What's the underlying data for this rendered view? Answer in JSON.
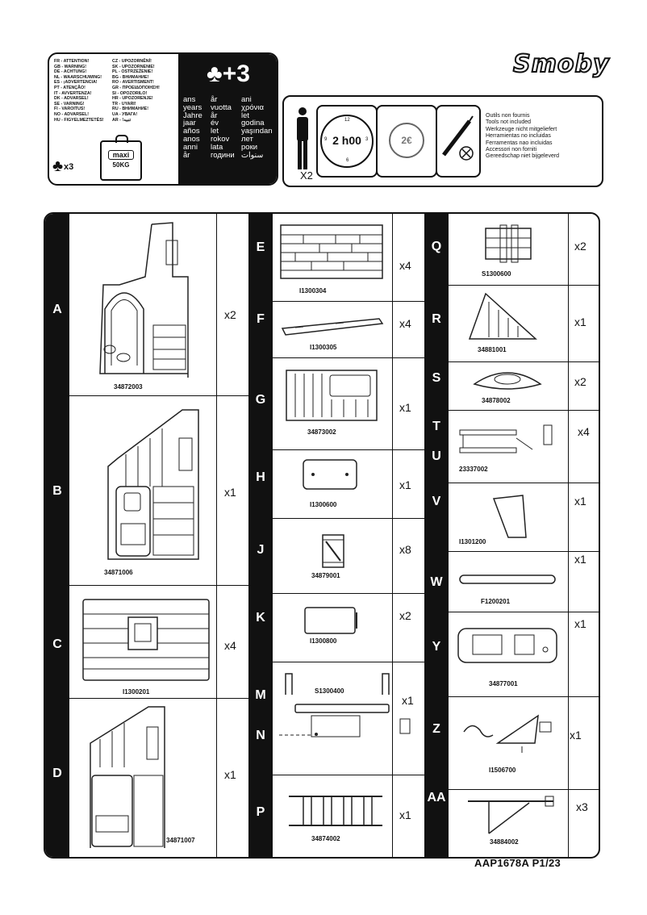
{
  "warning": {
    "col1": [
      "FR - ATTENTION!",
      "GB - WARNING!",
      "DE - ACHTUNG!",
      "NL - WAARSCHUWING!",
      "ES - ¡ADVERTENCIA!",
      "PT - ATENÇÃO!",
      "IT - AVVERTENZA!",
      "DK - ADVARSEL!",
      "SE - VARNING!",
      "FI - VAROITUS!",
      "NO - ADVARSEL!",
      "HU - FIGYELMEZTETÉS!"
    ],
    "col2": [
      "CZ - UPOZORNĚNÍ!",
      "SK - UPOZORNENIE!",
      "PL - OSTRZEŻENIE!",
      "BG - ВНИМАНИЕ!",
      "RO - AVERTISMENT!",
      "GR - ΠΡΟΕΙΔΟΠΟΙΗΣΗ!",
      "SI - OPOZORILO!",
      "HR - UPOZORENJE!",
      "TR - UYARI!",
      "RU - ВНИМАНИЕ!",
      "UA - УВАГА!",
      "AR - !تنبيه"
    ],
    "kids": "x3",
    "weight_top": "maxi",
    "weight_value": "50KG",
    "age": "+3",
    "ages_col1": [
      "ans",
      "years",
      "Jahre",
      "jaar",
      "años",
      "anos",
      "anni",
      "år"
    ],
    "ages_col2": [
      "år",
      "vuotta",
      "år",
      "év",
      "let",
      "rokov",
      "lata",
      "години"
    ],
    "ages_col3": [
      "ani",
      "χρόνια",
      "let",
      "godina",
      "yaşından",
      "лет",
      "роки",
      "سنوات"
    ]
  },
  "logo": "Smoby",
  "tools": {
    "persons": "X2",
    "time": "2 h00",
    "coin": "2€",
    "lines": [
      "Outils non fournis",
      "Tools not included",
      "Werkzeuge nicht mitgeliefert",
      "Herramientas no incluidas",
      "Ferramentas nao incluidas",
      "Accessori non forniti",
      "Gereedschap niet bijgeleverd"
    ]
  },
  "parts": {
    "col1": [
      {
        "letter": "A",
        "code": "34872003",
        "qty": "x2"
      },
      {
        "letter": "B",
        "code": "34871006",
        "qty": "x1"
      },
      {
        "letter": "C",
        "code": "I1300201",
        "qty": "x4"
      },
      {
        "letter": "D",
        "code": "34871007",
        "qty": "x1"
      }
    ],
    "col2": [
      {
        "letter": "E",
        "code": "I1300304",
        "qty": "x4"
      },
      {
        "letter": "F",
        "code": "I1300305",
        "qty": "x4"
      },
      {
        "letter": "G",
        "code": "34873002",
        "qty": "x1"
      },
      {
        "letter": "H",
        "code": "I1300600",
        "qty": "x1"
      },
      {
        "letter": "J",
        "code": "34879001",
        "qty": "x8"
      },
      {
        "letter": "K",
        "code": "I1300800",
        "qty": "x2"
      },
      {
        "letter": "M",
        "code": "S1300400",
        "qty": "x1"
      },
      {
        "letter": "N",
        "code": "",
        "qty": ""
      },
      {
        "letter": "P",
        "code": "34874002",
        "qty": "x1"
      }
    ],
    "col3": [
      {
        "letter": "Q",
        "code": "S1300600",
        "qty": "x2"
      },
      {
        "letter": "R",
        "code": "34881001",
        "qty": "x1"
      },
      {
        "letter": "S",
        "code": "34878002",
        "qty": "x2"
      },
      {
        "letter": "T",
        "code": "23337002",
        "qty": "x4"
      },
      {
        "letter": "U",
        "code": "",
        "qty": ""
      },
      {
        "letter": "V",
        "code": "I1301200",
        "qty": "x1"
      },
      {
        "letter": "W",
        "code": "F1200201",
        "qty": "x1"
      },
      {
        "letter": "Y",
        "code": "34877001",
        "qty": "x1"
      },
      {
        "letter": "Z",
        "code": "I1506700",
        "qty": "x1"
      },
      {
        "letter": "AA",
        "code": "34884002",
        "qty": "x3"
      }
    ]
  },
  "footer": "AAP1678A P1/23"
}
